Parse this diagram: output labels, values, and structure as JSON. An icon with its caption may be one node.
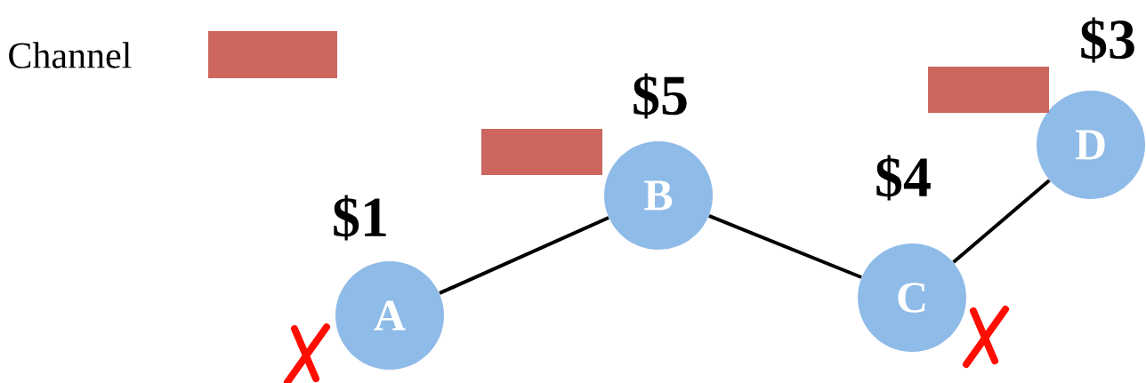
{
  "diagram": {
    "nodes": [
      {
        "text": [
          "A"
        ],
        "beside": [
          "$1"
        ]
      },
      {
        "text": [
          "B"
        ],
        "beside": [
          "$5"
        ]
      },
      {
        "text": [
          "C"
        ],
        "beside": [
          "$4"
        ]
      },
      {
        "text": [
          "D"
        ],
        "beside": [
          "$3"
        ]
      },
      {
        "text": [],
        "shape": "bar"
      },
      {
        "text": [],
        "shape": "bar"
      }
    ],
    "edges": [
      {
        "from": 0,
        "to": 1,
        "arrow": "none"
      },
      {
        "from": 1,
        "to": 2,
        "arrow": "none"
      },
      {
        "from": 2,
        "to": 3,
        "arrow": "none"
      }
    ],
    "legend": [
      {
        "text": "Channel",
        "color": "#cc665f"
      }
    ]
  }
}
